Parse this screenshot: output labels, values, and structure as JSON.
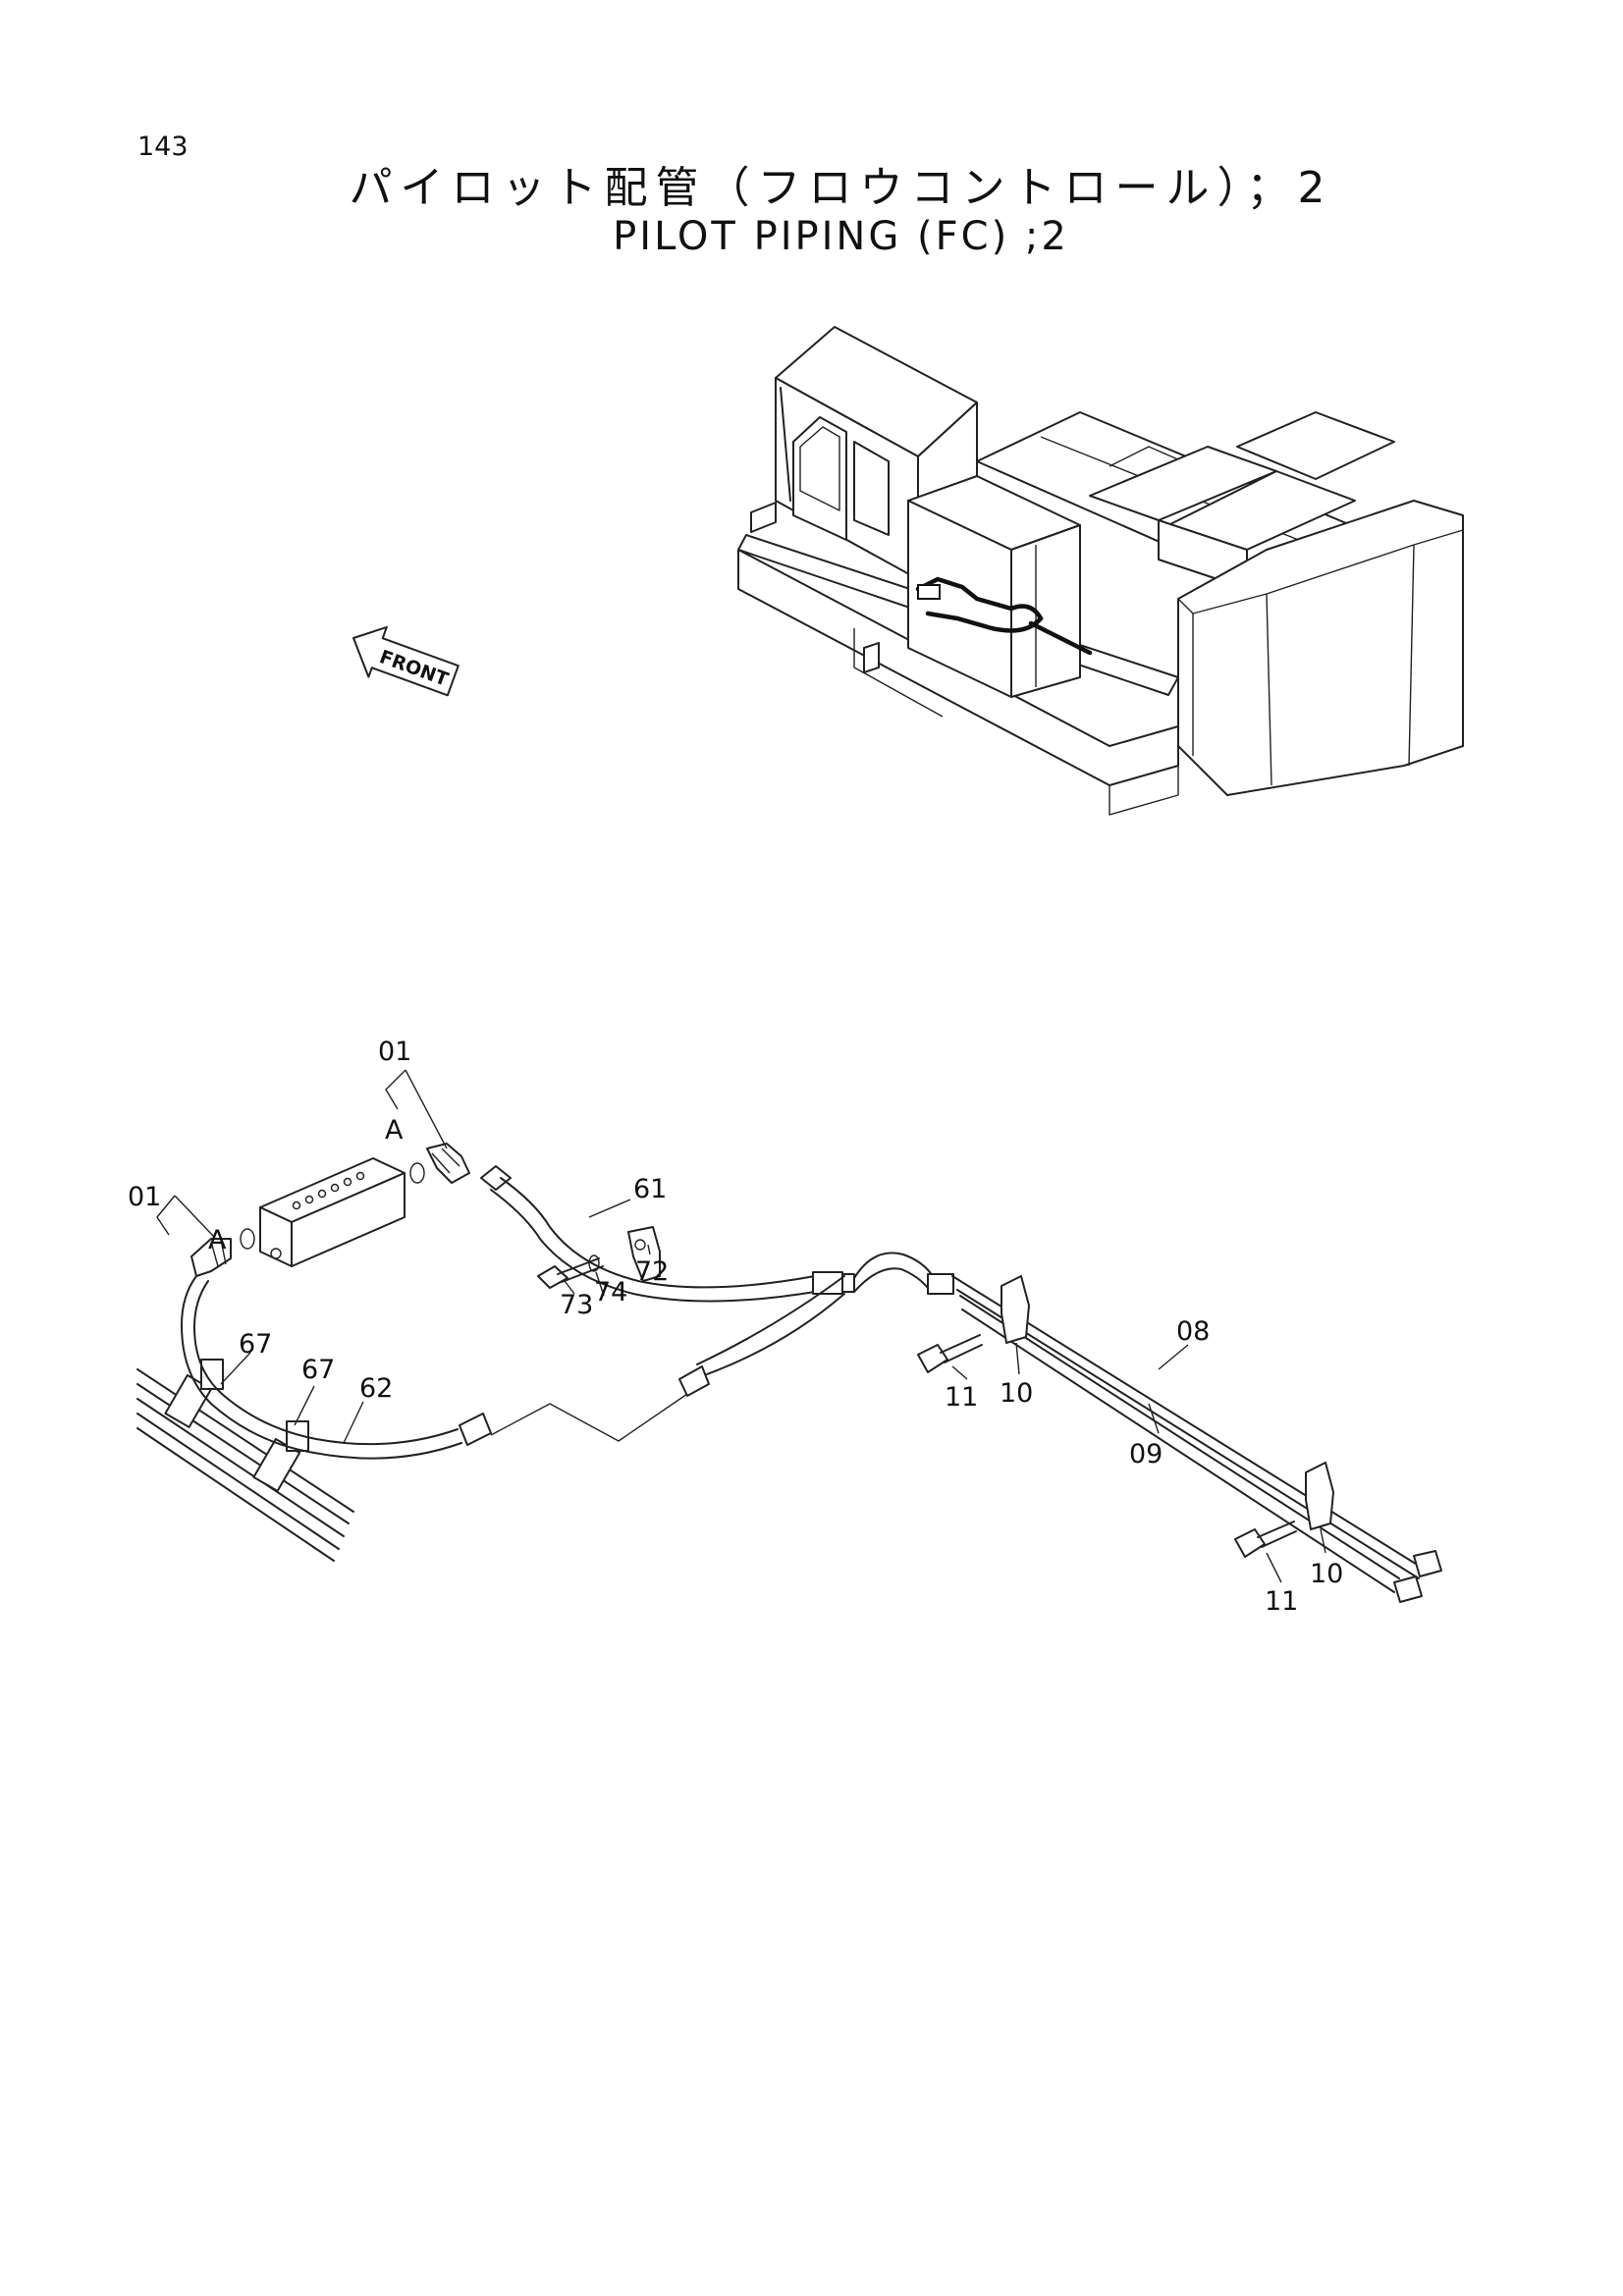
{
  "page": {
    "number": "143",
    "title_ja": "パイロット配管（フロウコントロール）；2",
    "title_en": "PILOT PIPING (FC) ;2"
  },
  "machine_view": {
    "direction_label": "FRONT"
  },
  "callouts": {
    "c01_top": "01",
    "c01_left": "01",
    "a_top": "A",
    "a_left": "A",
    "c61": "61",
    "c62": "62",
    "c67a": "67",
    "c67b": "67",
    "c72": "72",
    "c73": "73",
    "c74": "74",
    "c08": "08",
    "c09": "09",
    "c10a": "10",
    "c10b": "10",
    "c11a": "11",
    "c11b": "11"
  }
}
